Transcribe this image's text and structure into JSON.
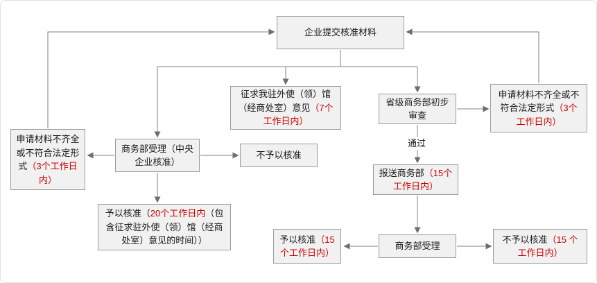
{
  "colors": {
    "red": "#cc0000",
    "text": "#1a1a1a",
    "box_bg": "#f1f1f1",
    "box_border": "#9b9b9b",
    "line": "#828282",
    "background": "#ffffff"
  },
  "nodes": {
    "submit_materials": {
      "pre": "企业提交核准材料",
      "red": "",
      "post": ""
    },
    "left_incomplete": {
      "pre": "申请材料不齐全或不符合法定形式",
      "red": "（3个工作日内）",
      "post": ""
    },
    "mofcom_central": {
      "pre": "商务部受理（中央企业核准）",
      "red": "",
      "post": ""
    },
    "consult_embassy": {
      "pre": "征求我驻外使（领）馆（经商处室）意见",
      "red": "（7个工作日内）",
      "post": ""
    },
    "no_approval_central": {
      "pre": "不予以核准",
      "red": "",
      "post": ""
    },
    "approval_central": {
      "pre": "予以核准（",
      "red": "20个工作日内",
      "post": "（包含征求驻外使（领）馆（经商处室）意见的时间））"
    },
    "provincial_review": {
      "pre": "省级商务部初步审查",
      "red": "",
      "post": ""
    },
    "right_incomplete": {
      "pre": "申请材料不齐全或不符合法定形式",
      "red": "（3个工作日内）",
      "post": ""
    },
    "submit_mofcom": {
      "pre": "报送商务部",
      "red": "（15个工作日内）",
      "post": ""
    },
    "mofcom_accept": {
      "pre": "商务部受理",
      "red": "",
      "post": ""
    },
    "approval_local": {
      "pre": "予以核准",
      "red": "（15 个工作日内）",
      "post": ""
    },
    "no_approval_local": {
      "pre": "不予以核准",
      "red": "（15 个工作日内）",
      "post": ""
    },
    "pass_label": {
      "text": "通过"
    }
  },
  "edges": [
    {
      "from": "left_incomplete",
      "to": "submit_materials"
    },
    {
      "from": "right_incomplete",
      "to": "submit_materials"
    },
    {
      "from": "submit_materials",
      "to": "mofcom_central"
    },
    {
      "from": "submit_materials",
      "to": "consult_embassy"
    },
    {
      "from": "submit_materials",
      "to": "provincial_review"
    },
    {
      "from": "mofcom_central",
      "to": "left_incomplete"
    },
    {
      "from": "mofcom_central",
      "to": "no_approval_central"
    },
    {
      "from": "mofcom_central",
      "to": "approval_central"
    },
    {
      "from": "provincial_review",
      "to": "right_incomplete"
    },
    {
      "from": "provincial_review",
      "to": "submit_mofcom",
      "label": "通过"
    },
    {
      "from": "submit_mofcom",
      "to": "mofcom_accept"
    },
    {
      "from": "mofcom_accept",
      "to": "approval_local"
    },
    {
      "from": "mofcom_accept",
      "to": "no_approval_local"
    }
  ]
}
